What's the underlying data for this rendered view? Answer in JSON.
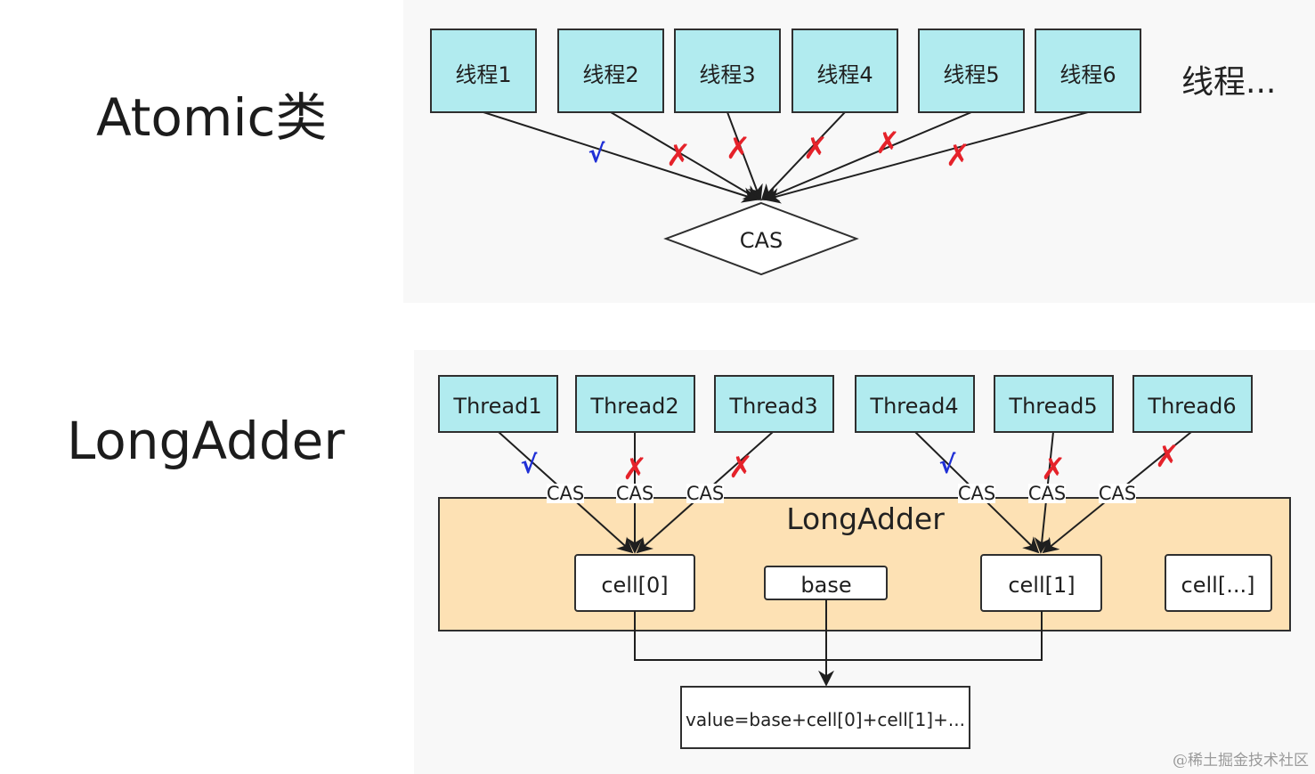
{
  "section_atomic": {
    "label": "Atomic类",
    "threads": [
      "线程1",
      "线程2",
      "线程3",
      "线程4",
      "线程5",
      "线程6"
    ],
    "more_threads": "线程...",
    "cas": "CAS",
    "results": [
      "√",
      "✗",
      "✗",
      "✗",
      "✗",
      "✗"
    ]
  },
  "section_longadder": {
    "label": "LongAdder",
    "threads": [
      "Thread1",
      "Thread2",
      "Thread3",
      "Thread4",
      "Thread5",
      "Thread6"
    ],
    "container_title": "LongAdder",
    "cas_label": "CAS",
    "results": [
      "√",
      "✗",
      "✗",
      "√",
      "✗",
      "✗"
    ],
    "cells": [
      "cell[0]",
      "base",
      "cell[1]",
      "cell[...]"
    ],
    "sum": "value=base+cell[0]+cell[1]+..."
  },
  "watermark": "@稀土掘金技术社区",
  "colors": {
    "thread_fill": "#b1ebef",
    "container_fill": "#fde1b4",
    "panel_bg": "#f8f8f8",
    "success": "#1f2fd6",
    "failure": "#e5222a"
  }
}
